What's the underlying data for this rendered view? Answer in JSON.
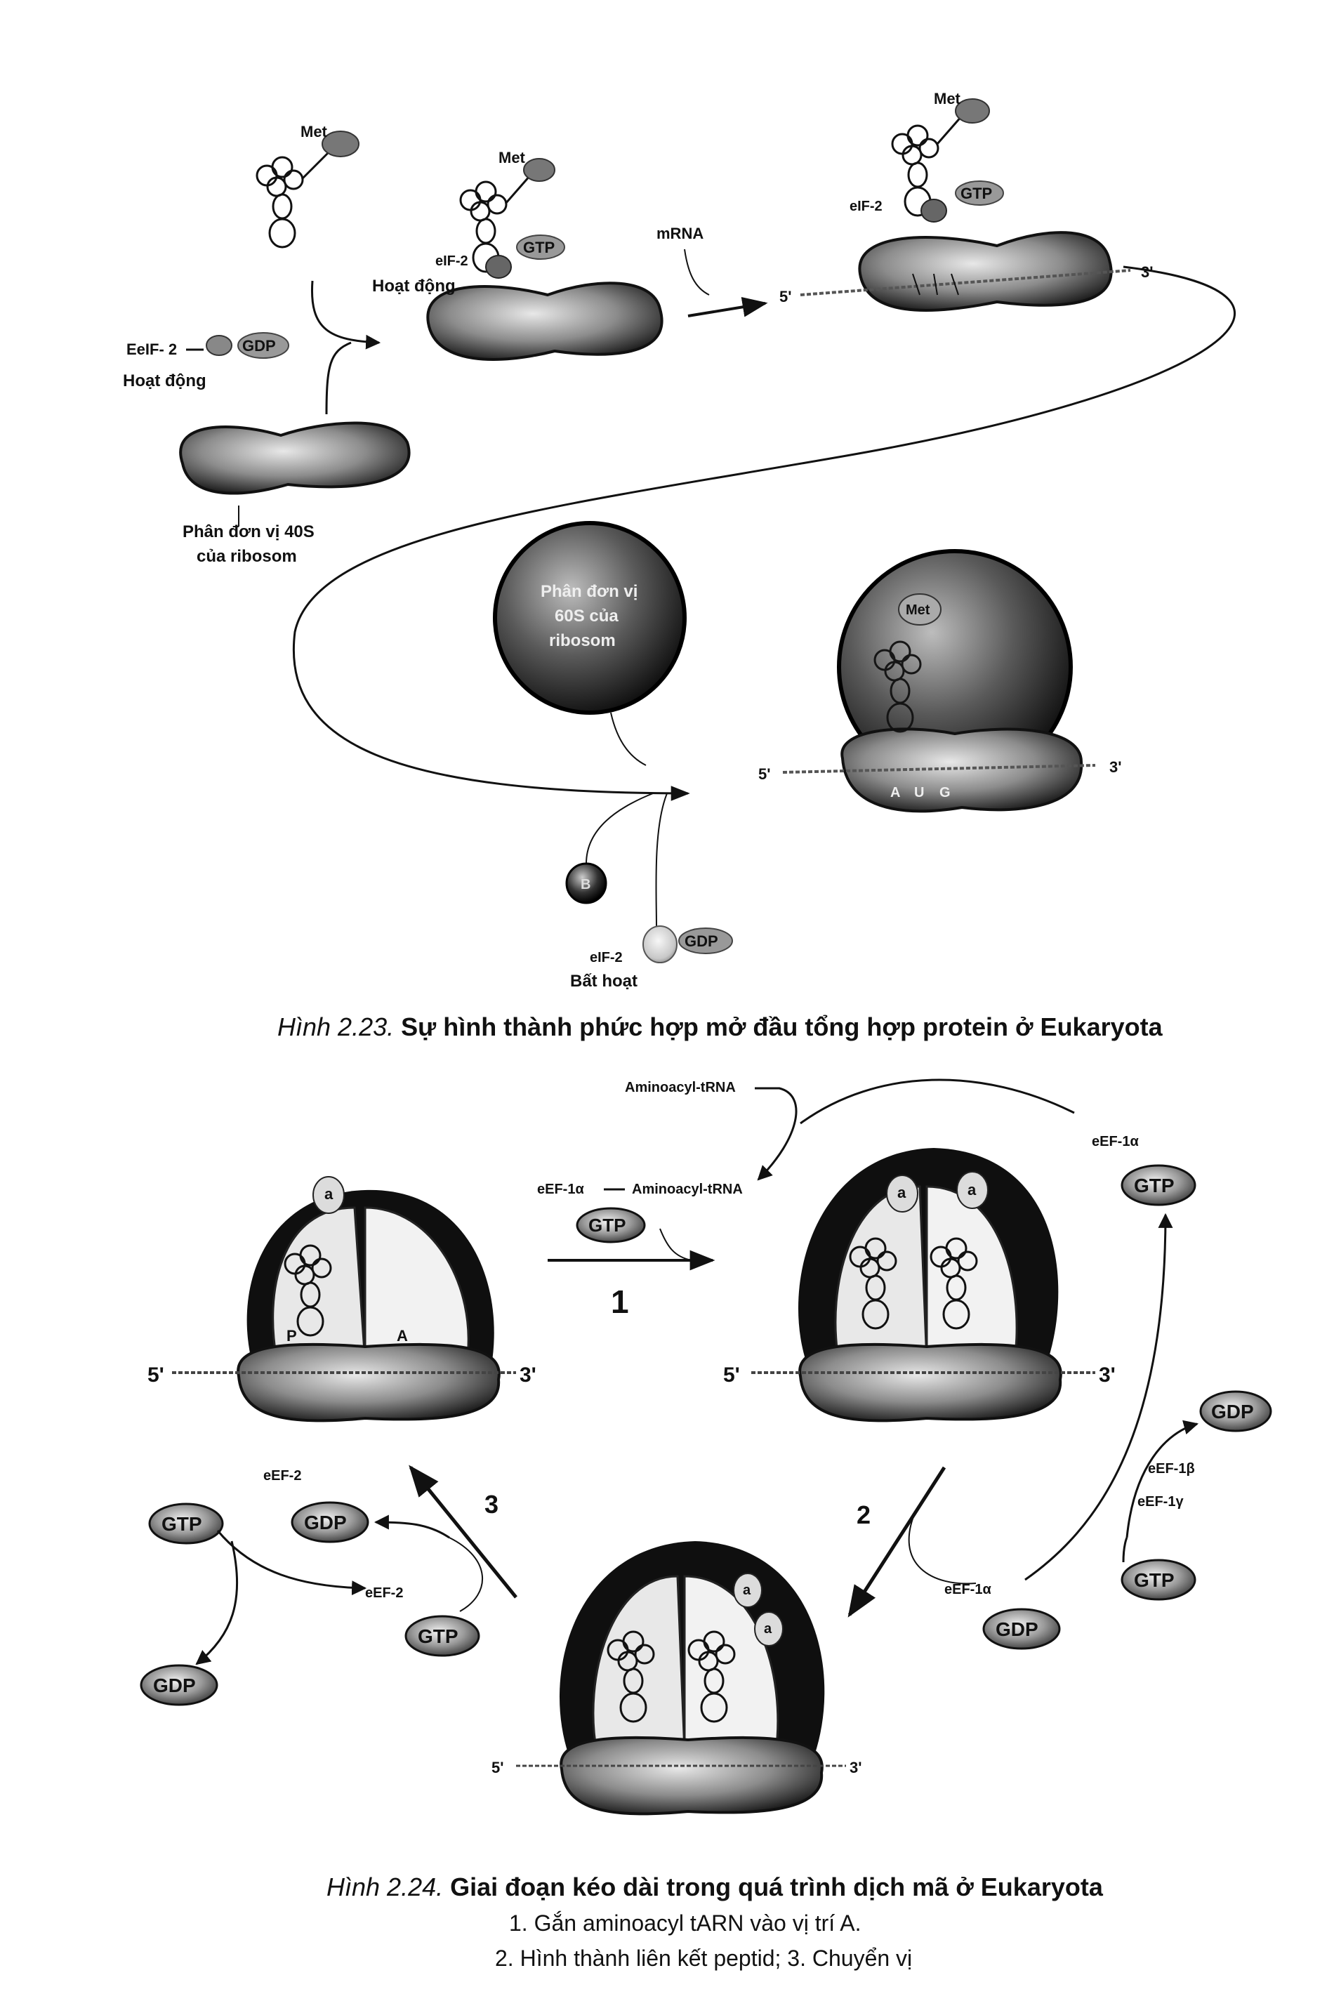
{
  "fig223": {
    "labels": {
      "met_1": "Met",
      "met_2": "Met",
      "met_3": "Met",
      "met_4": "Met",
      "eif2_1": "eIF-2",
      "eif2_2": "eIF-2",
      "eif2_3": "eIF-2",
      "eelf2": "EeIF- 2",
      "gtp_1": "GTP",
      "gtp_2": "GTP",
      "gdp_1": "GDP",
      "gdp_2": "GDP",
      "hoat_dong_1": "Hoạt động",
      "hoat_dong_2": "Hoạt động",
      "mrna": "mRNA",
      "five_1": "5'",
      "three_1": "3'",
      "five_2": "5'",
      "three_2": "3'",
      "sub40s_1": "Phân đơn vị 40S",
      "sub40s_2": "của ribosom",
      "sub60s_1": "Phân đơn vị",
      "sub60s_2": "60S của",
      "sub60s_3": "ribosom",
      "codon_a": "A",
      "codon_u": "U",
      "codon_g": "G",
      "factor_b": "B",
      "bat_hoat": "Bất hoạt"
    },
    "caption": {
      "prefix": "Hình 2.23.",
      "text": " Sự hình thành phức hợp mở đầu tổng hợp protein ở Eukaryota"
    }
  },
  "fig224": {
    "labels": {
      "aminoacyl_trna_top": "Aminoacyl-tRNA",
      "aminoacyl_trna_mid": "Aminoacyl-tRNA",
      "eef1a_1": "eEF-1α",
      "eef1a_2": "eEF-1α",
      "eef1a_3": "eEF-1α",
      "eef1b": "eEF-1β",
      "eef1g": "eEF-1γ",
      "eef2_1": "eEF-2",
      "eef2_2": "eEF-2",
      "step1": "1",
      "step2": "2",
      "step3": "3",
      "site_p": "P",
      "site_a": "A",
      "a1_1": "a",
      "a1_2": "a",
      "a2_1": "a",
      "a2_2": "a",
      "a1_3": "a",
      "five_1": "5'",
      "three_1": "3'",
      "five_2": "5'",
      "three_2": "3'",
      "five_3": "5'",
      "three_3": "3'"
    },
    "pills": {
      "gtp_mid": "GTP",
      "gtp_top_right": "GTP",
      "gdp_right": "GDP",
      "gtp_right_low": "GTP",
      "gdp_mid_right": "GDP",
      "gtp_left": "GTP",
      "gdp_left_mid": "GDP",
      "gdp_left_low": "GDP",
      "gtp_left_low": "GTP"
    },
    "caption": {
      "prefix": "Hình 2.24.",
      "text": " Giai đoạn kéo dài trong quá trình dịch mã ở Eukaryota",
      "line2": "1. Gắn aminoacyl tARN vào vị trí A.",
      "line3": "2. Hình thành liên kết peptid; 3. Chuyển vị"
    }
  }
}
